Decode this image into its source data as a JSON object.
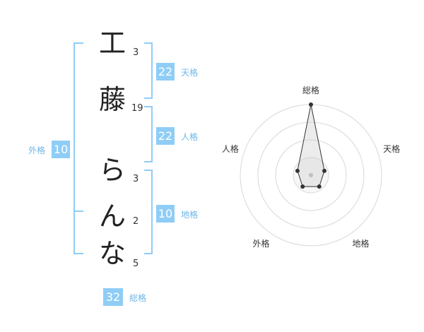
{
  "name": {
    "chars": [
      {
        "char": "工",
        "strokes": "3"
      },
      {
        "char": "藤",
        "strokes": "19"
      },
      {
        "char": "ら",
        "strokes": "3"
      },
      {
        "char": "ん",
        "strokes": "2"
      },
      {
        "char": "な",
        "strokes": "5"
      }
    ]
  },
  "kaku": {
    "tenkaku": {
      "value": "22",
      "label": "天格"
    },
    "jinkaku": {
      "value": "22",
      "label": "人格"
    },
    "chikaku": {
      "value": "10",
      "label": "地格"
    },
    "gaikaku": {
      "value": "10",
      "label": "外格"
    },
    "soukaku": {
      "value": "32",
      "label": "総格"
    }
  },
  "chart_data": {
    "type": "radar",
    "axes": [
      "総格",
      "天格",
      "地格",
      "外格",
      "人格"
    ],
    "values": [
      5,
      1,
      1,
      1,
      1
    ],
    "max": 5,
    "rings": 4
  }
}
